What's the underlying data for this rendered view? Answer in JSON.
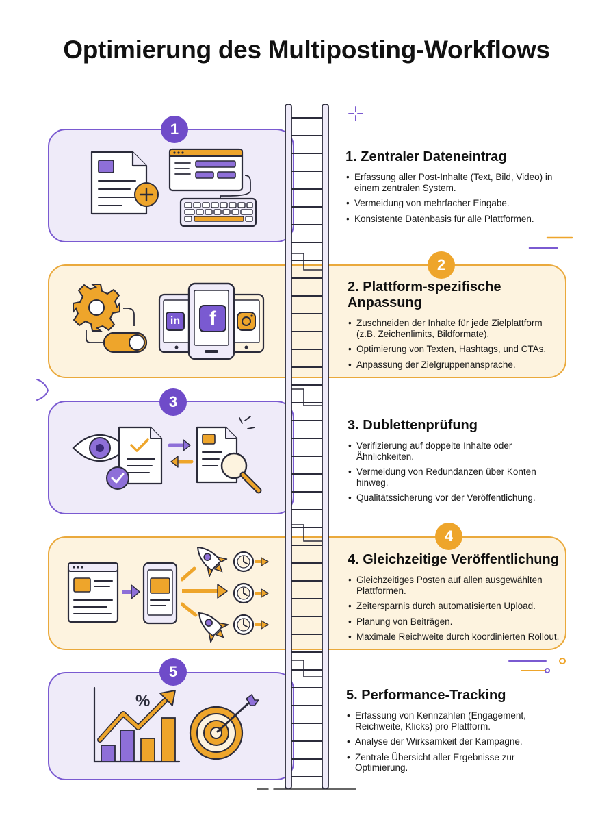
{
  "title": "Optimierung des Multiposting-Workflows",
  "colors": {
    "purple": "#6f4bc9",
    "purple_light": "#efebf9",
    "orange": "#eea52b",
    "orange_light": "#fdf3df"
  },
  "steps": [
    {
      "number": "1",
      "heading": "1. Zentraler Dateneintrag",
      "bullets": [
        "Erfassung aller Post-Inhalte (Text, Bild, Video) in einem zentralen System.",
        "Vermeidung von mehrfacher Eingabe.",
        "Konsistente Datenbasis für alle Plattformen."
      ],
      "icons": [
        "document-add-icon",
        "browser-window-icon",
        "keyboard-icon"
      ]
    },
    {
      "number": "2",
      "heading": "2. Plattform-spezifische Anpassung",
      "bullets": [
        "Zuschneiden der Inhalte für jede Zielplattform (z.B. Zeichenlimits, Bildformate).",
        "Optimierung von Texten, Hashtags, und CTAs.",
        "Anpassung der Zielgruppenansprache."
      ],
      "icons": [
        "gear-icon",
        "toggle-icon",
        "linkedin-icon",
        "facebook-icon",
        "instagram-icon"
      ],
      "logo_text": {
        "linkedin": "in",
        "facebook": "f"
      }
    },
    {
      "number": "3",
      "heading": "3. Dublettenprüfung",
      "bullets": [
        "Verifizierung auf doppelte Inhalte oder Ähnlichkeiten.",
        "Vermeidung von Redundanzen über Konten hinweg.",
        "Qualitätssicherung vor der Veröffentlichung."
      ],
      "icons": [
        "eye-icon",
        "checked-document-icon",
        "swap-arrows-icon",
        "magnifier-icon"
      ]
    },
    {
      "number": "4",
      "heading": "4. Gleichzeitige Veröffentlichung",
      "bullets": [
        "Gleichzeitiges Posten auf allen ausgewählten Plattformen.",
        "Zeitersparnis durch automatisierten Upload.",
        "Planung von Beiträgen.",
        "Maximale Reichweite durch koordinierten Rollout."
      ],
      "icons": [
        "browser-window-icon",
        "phone-icon",
        "rocket-icon",
        "clock-icon"
      ]
    },
    {
      "number": "5",
      "heading": "5. Performance-Tracking",
      "bullets": [
        "Erfassung von Kennzahlen (Engagement, Reichweite, Klicks) pro Plattform.",
        "Analyse der Wirksamkeit der Kampagne.",
        "Zentrale Übersicht aller Ergebnisse zur Optimierung."
      ],
      "icons": [
        "bar-chart-icon",
        "target-icon"
      ],
      "chart_symbol": "%"
    }
  ]
}
